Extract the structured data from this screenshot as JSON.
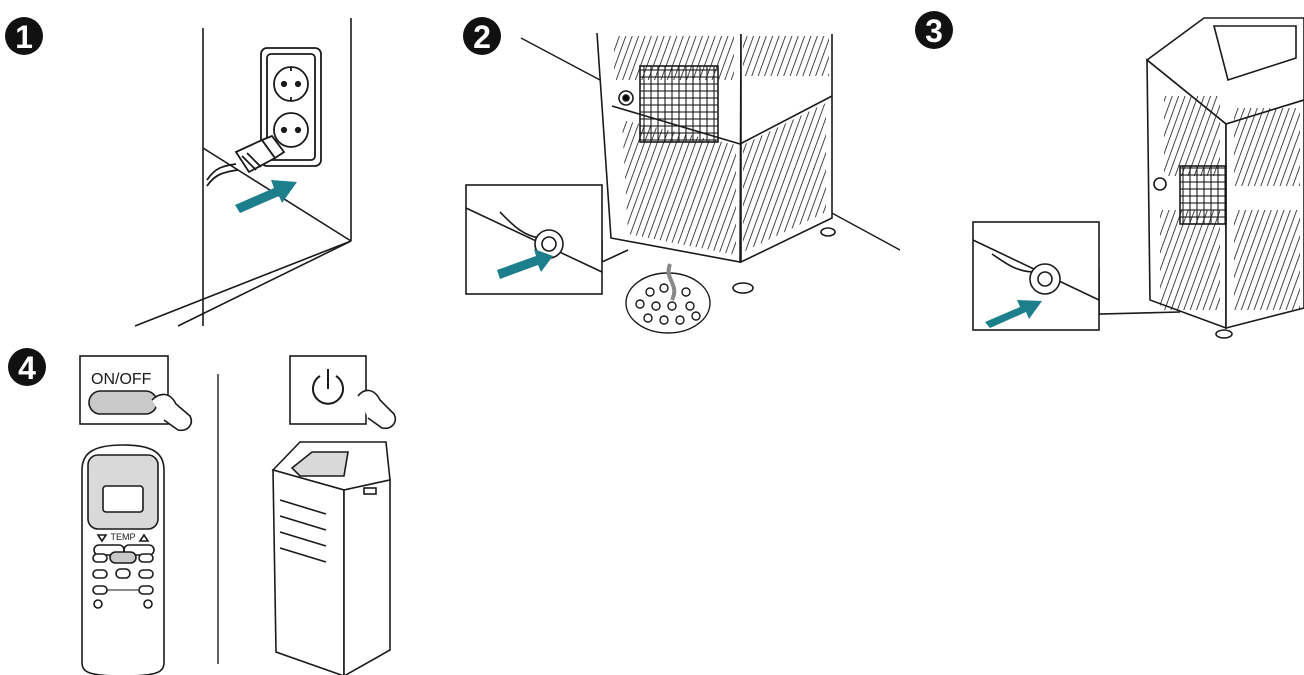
{
  "steps": [
    {
      "number": "1",
      "caption": "unplug-power-cord"
    },
    {
      "number": "2",
      "caption": "drain-water-via-drain-plug"
    },
    {
      "number": "3",
      "caption": "reinsert-drain-plug"
    },
    {
      "number": "4",
      "caption": "power-on-unit"
    }
  ],
  "remote": {
    "onoff_label": "ON/OFF",
    "temp_label": "TEMP",
    "temp_down_icon": "triangle-down-icon",
    "temp_up_icon": "triangle-up-icon"
  },
  "icons": {
    "hand": "pointing-hand-icon",
    "power": "power-icon",
    "arrow": "direction-arrow-icon"
  },
  "colors": {
    "arrow": "#1d7f8c",
    "line": "#1a1a1a",
    "button_fill": "#c9c9c9",
    "panel_fill": "#d9d9d9",
    "badge": "#111111"
  }
}
